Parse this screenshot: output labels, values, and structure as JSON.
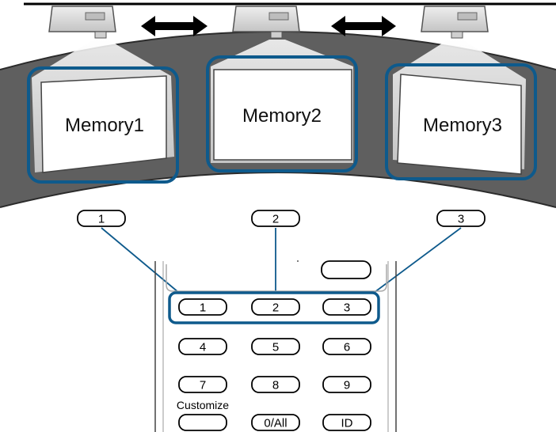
{
  "screens": [
    {
      "label": "Memory1",
      "callout": "1"
    },
    {
      "label": "Memory2",
      "callout": "2"
    },
    {
      "label": "Memory3",
      "callout": "3"
    }
  ],
  "remote": {
    "keys": {
      "k1": "1",
      "k2": "2",
      "k3": "3",
      "k4": "4",
      "k5": "5",
      "k6": "6",
      "k7": "7",
      "k8": "8",
      "k9": "9",
      "customize_label": "Customize",
      "k_all": "0/All",
      "k_id": "ID"
    }
  },
  "colors": {
    "highlight": "#0e5a8c",
    "screen_band": "#5f5f5f",
    "projector": "#d8d8d8",
    "light_beam": "#e9e9e9"
  },
  "icons": [
    "projector-icon",
    "double-arrow-icon",
    "remote-control"
  ]
}
